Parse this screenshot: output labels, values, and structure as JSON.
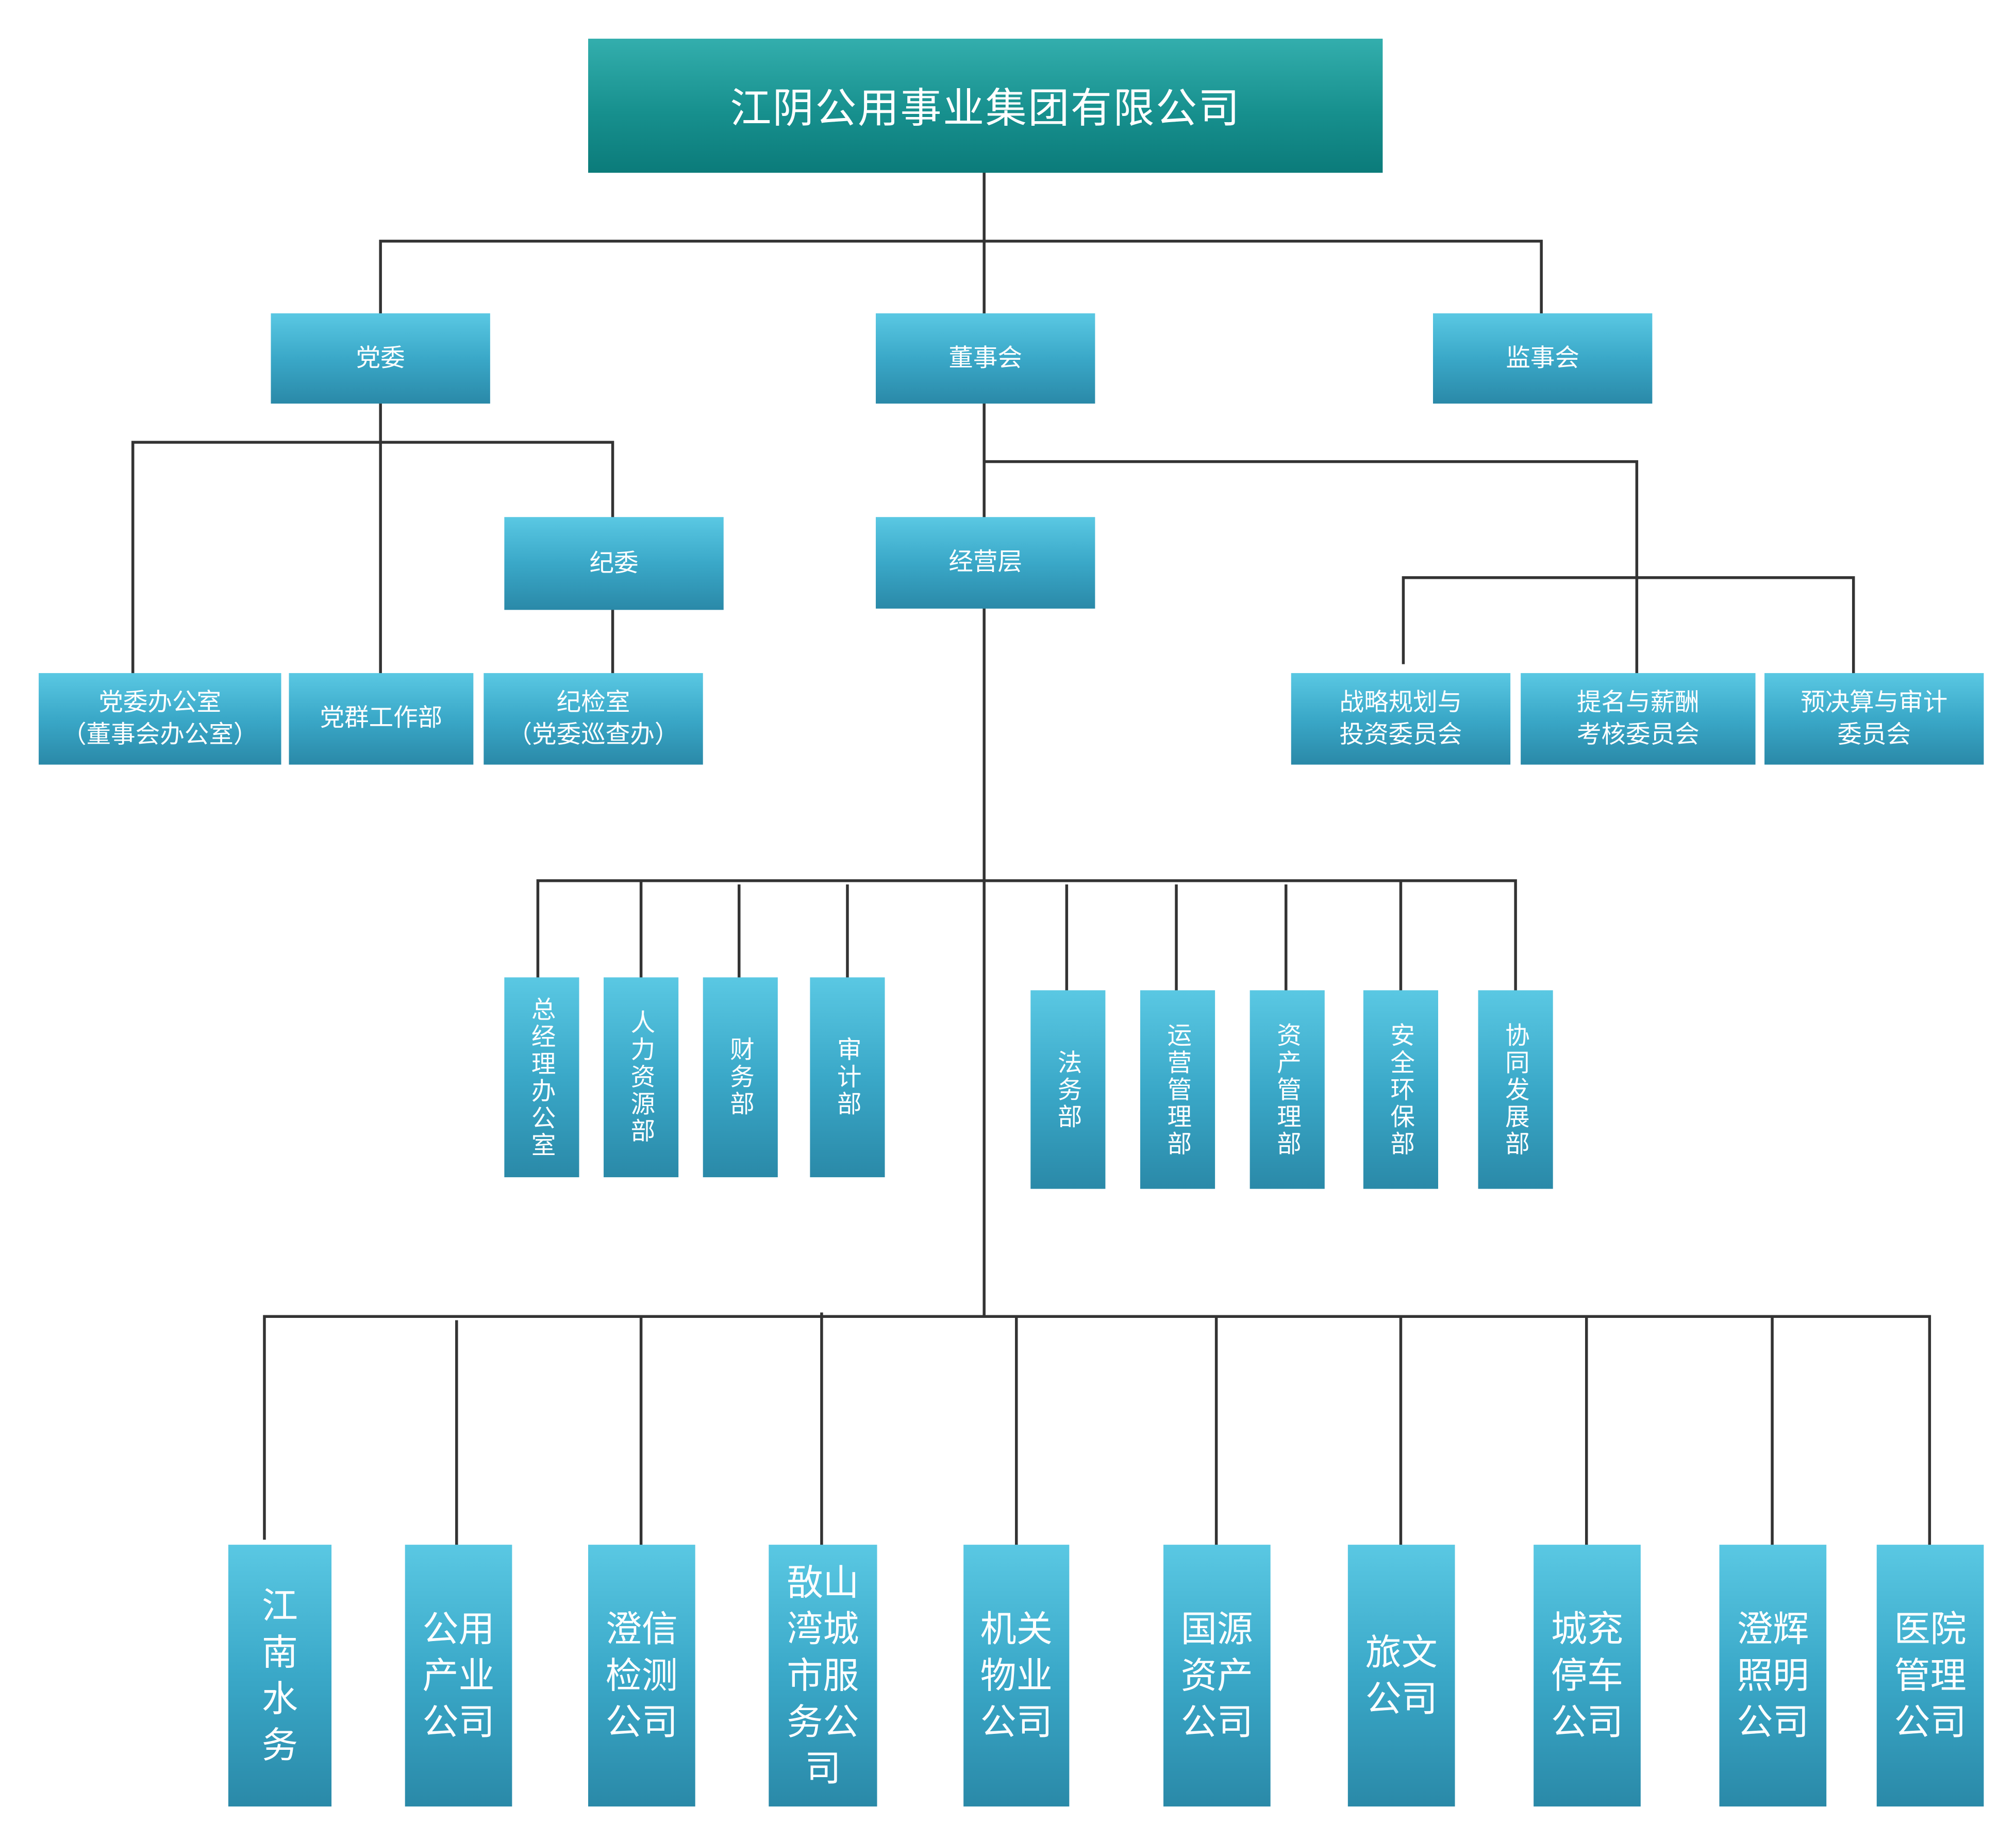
{
  "diagram": {
    "root": "江阴公用事业集团有限公司",
    "level1": [
      "党委",
      "董事会",
      "监事会"
    ],
    "party": {
      "discipline": "纪委",
      "party_office": "党委办公室\n（董事会办公室）",
      "mass_work": "党群工作部",
      "inspection_room": "纪检室\n（党委巡查办）"
    },
    "board": {
      "management": "经营层",
      "committees": [
        "战略规划与\n投资委员会",
        "提名与薪酬\n考核委员会",
        "预决算与审计\n委员会"
      ]
    },
    "departments": [
      "总经理办公室",
      "人力资源部",
      "财务部",
      "审计部",
      "法务部",
      "运营管理部",
      "资产管理部",
      "安全环保部",
      "协同发展部"
    ],
    "companies": [
      "江\n南\n水\n务",
      "公用\n产业\n公司",
      "澄信\n检测\n公司",
      "敔山\n湾城\n市服\n务公\n司",
      "机关\n物业\n公司",
      "国源\n资产\n公司",
      "旅文\n公司",
      "城兖\n停车\n公司",
      "澄辉\n照明\n公司",
      "医院\n管理\n公司"
    ]
  }
}
